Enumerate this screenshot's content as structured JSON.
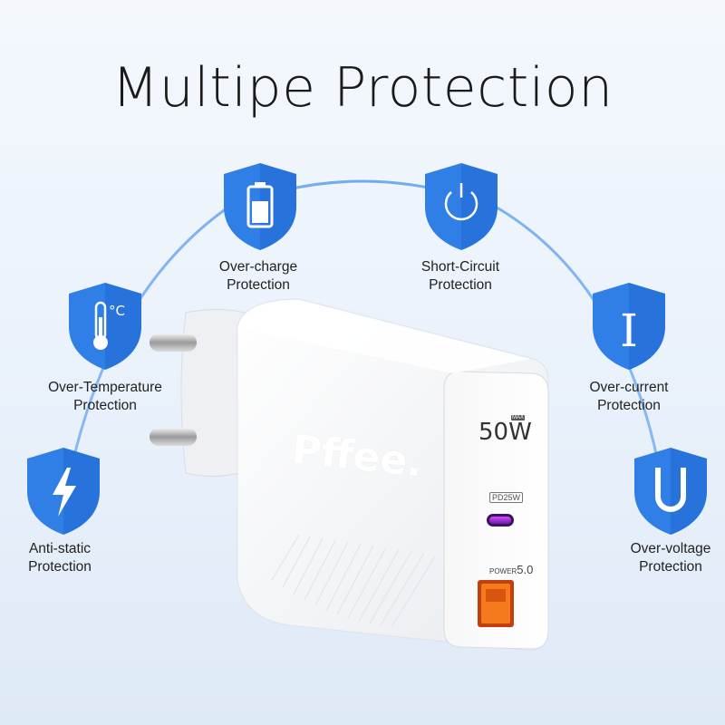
{
  "title": "Multipe Protection",
  "brand": "Pffee.",
  "charger": {
    "wattage": "50W",
    "wattage_badge": "MAX",
    "pd_label": "PD25W",
    "qc_label_small": "POWER",
    "qc_label_big": "5.0"
  },
  "features": [
    {
      "icon": "battery-icon",
      "line1": "Over-charge",
      "line2": "Protection"
    },
    {
      "icon": "power-icon",
      "line1": "Short-Circuit",
      "line2": "Protection"
    },
    {
      "icon": "thermometer-icon",
      "line1": "Over-Temperature",
      "line2": "Protection"
    },
    {
      "icon": "current-icon",
      "line1": "Over-current",
      "line2": "Protection"
    },
    {
      "icon": "lightning-icon",
      "line1": "Anti-static",
      "line2": "Protection"
    },
    {
      "icon": "u-icon",
      "line1": "Over-voltage",
      "line2": "Protection"
    }
  ],
  "colors": {
    "shield": "#2f7fe6",
    "shield_dark": "#1b5fc7",
    "arc": "#3c8eea"
  }
}
